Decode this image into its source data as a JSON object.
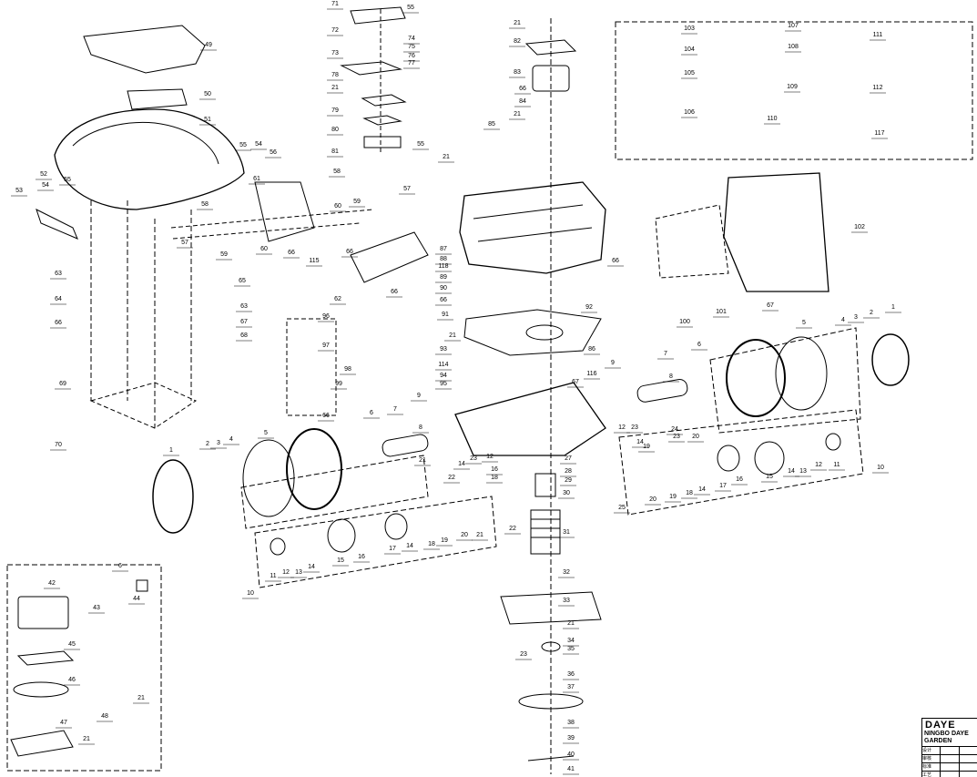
{
  "title_block": {
    "brand": "DAYE",
    "company": "NINGBO DAYE GARDEN",
    "rows": [
      "设计",
      "审核",
      "标准",
      "工艺"
    ]
  },
  "labels": [
    "49",
    "50",
    "51",
    "52",
    "53",
    "54",
    "55",
    "55",
    "54",
    "56",
    "61",
    "58",
    "57",
    "60",
    "59",
    "58",
    "57",
    "59",
    "60",
    "66",
    "115",
    "66",
    "62",
    "66",
    "63",
    "64",
    "65",
    "66",
    "63",
    "67",
    "68",
    "69",
    "70",
    "71",
    "72",
    "55",
    "74",
    "75",
    "76",
    "77",
    "73",
    "78",
    "21",
    "79",
    "80",
    "81",
    "55",
    "96",
    "97",
    "98",
    "99",
    "66",
    "21",
    "82",
    "83",
    "66",
    "84",
    "21",
    "85",
    "21",
    "87",
    "88",
    "118",
    "89",
    "90",
    "66",
    "91",
    "92",
    "21",
    "93",
    "114",
    "94",
    "95",
    "86",
    "9",
    "8",
    "7",
    "6",
    "9",
    "116",
    "67",
    "27",
    "28",
    "29",
    "30",
    "31",
    "32",
    "33",
    "21",
    "34",
    "35",
    "23",
    "36",
    "37",
    "38",
    "39",
    "40",
    "41",
    "102",
    "100",
    "101",
    "67",
    "66",
    "1",
    "2",
    "3",
    "4",
    "5",
    "6",
    "7",
    "8",
    "10",
    "11",
    "12",
    "13",
    "14",
    "15",
    "16",
    "17",
    "14",
    "18",
    "19",
    "20",
    "25",
    "12",
    "23",
    "14",
    "19",
    "23",
    "24",
    "20",
    "1",
    "2",
    "3",
    "4",
    "5",
    "21",
    "22",
    "23",
    "12",
    "14",
    "16",
    "18",
    "22",
    "21",
    "20",
    "19",
    "18",
    "14",
    "17",
    "16",
    "15",
    "14",
    "13",
    "12",
    "11",
    "10",
    "6",
    "42",
    "43",
    "44",
    "45",
    "46",
    "47",
    "48",
    "21",
    "21",
    "103",
    "104",
    "105",
    "106",
    "107",
    "108",
    "109",
    "110",
    "111",
    "112",
    "117"
  ]
}
